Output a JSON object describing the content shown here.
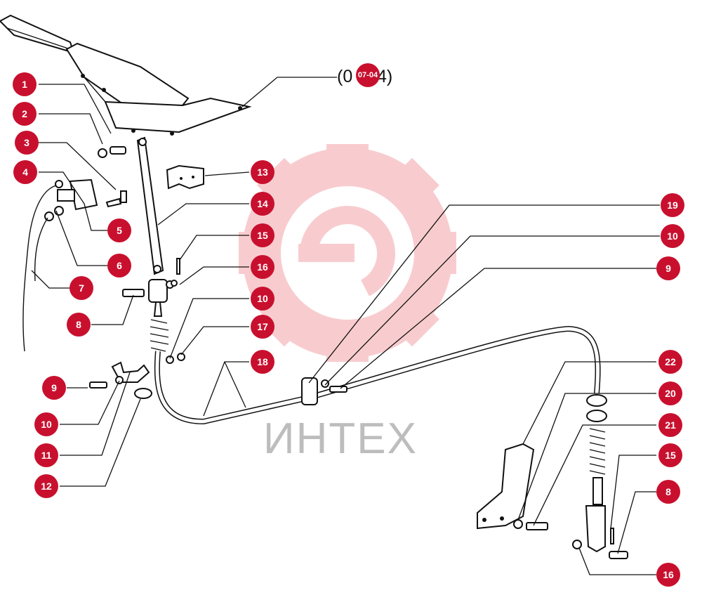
{
  "reference": {
    "open": "(0",
    "close": "4)",
    "badge": "07-04"
  },
  "watermark": {
    "text": "ИНТЕХ",
    "color": "#f4a3a8"
  },
  "callouts": [
    {
      "id": "c1",
      "label": "1"
    },
    {
      "id": "c2",
      "label": "2"
    },
    {
      "id": "c3",
      "label": "3"
    },
    {
      "id": "c4",
      "label": "4"
    },
    {
      "id": "c5",
      "label": "5"
    },
    {
      "id": "c6",
      "label": "6"
    },
    {
      "id": "c7",
      "label": "7"
    },
    {
      "id": "c8a",
      "label": "8"
    },
    {
      "id": "c9a",
      "label": "9"
    },
    {
      "id": "c10a",
      "label": "10"
    },
    {
      "id": "c11",
      "label": "11"
    },
    {
      "id": "c12",
      "label": "12"
    },
    {
      "id": "c13",
      "label": "13"
    },
    {
      "id": "c14",
      "label": "14"
    },
    {
      "id": "c15a",
      "label": "15"
    },
    {
      "id": "c16a",
      "label": "16"
    },
    {
      "id": "c10b",
      "label": "10"
    },
    {
      "id": "c17",
      "label": "17"
    },
    {
      "id": "c18",
      "label": "18"
    },
    {
      "id": "c19",
      "label": "19"
    },
    {
      "id": "c10c",
      "label": "10"
    },
    {
      "id": "c9b",
      "label": "9"
    },
    {
      "id": "c22",
      "label": "22"
    },
    {
      "id": "c20",
      "label": "20"
    },
    {
      "id": "c21",
      "label": "21"
    },
    {
      "id": "c15b",
      "label": "15"
    },
    {
      "id": "c8b",
      "label": "8"
    },
    {
      "id": "c16b",
      "label": "16"
    }
  ],
  "colors": {
    "badge": "#c8102e",
    "line": "#111111"
  }
}
